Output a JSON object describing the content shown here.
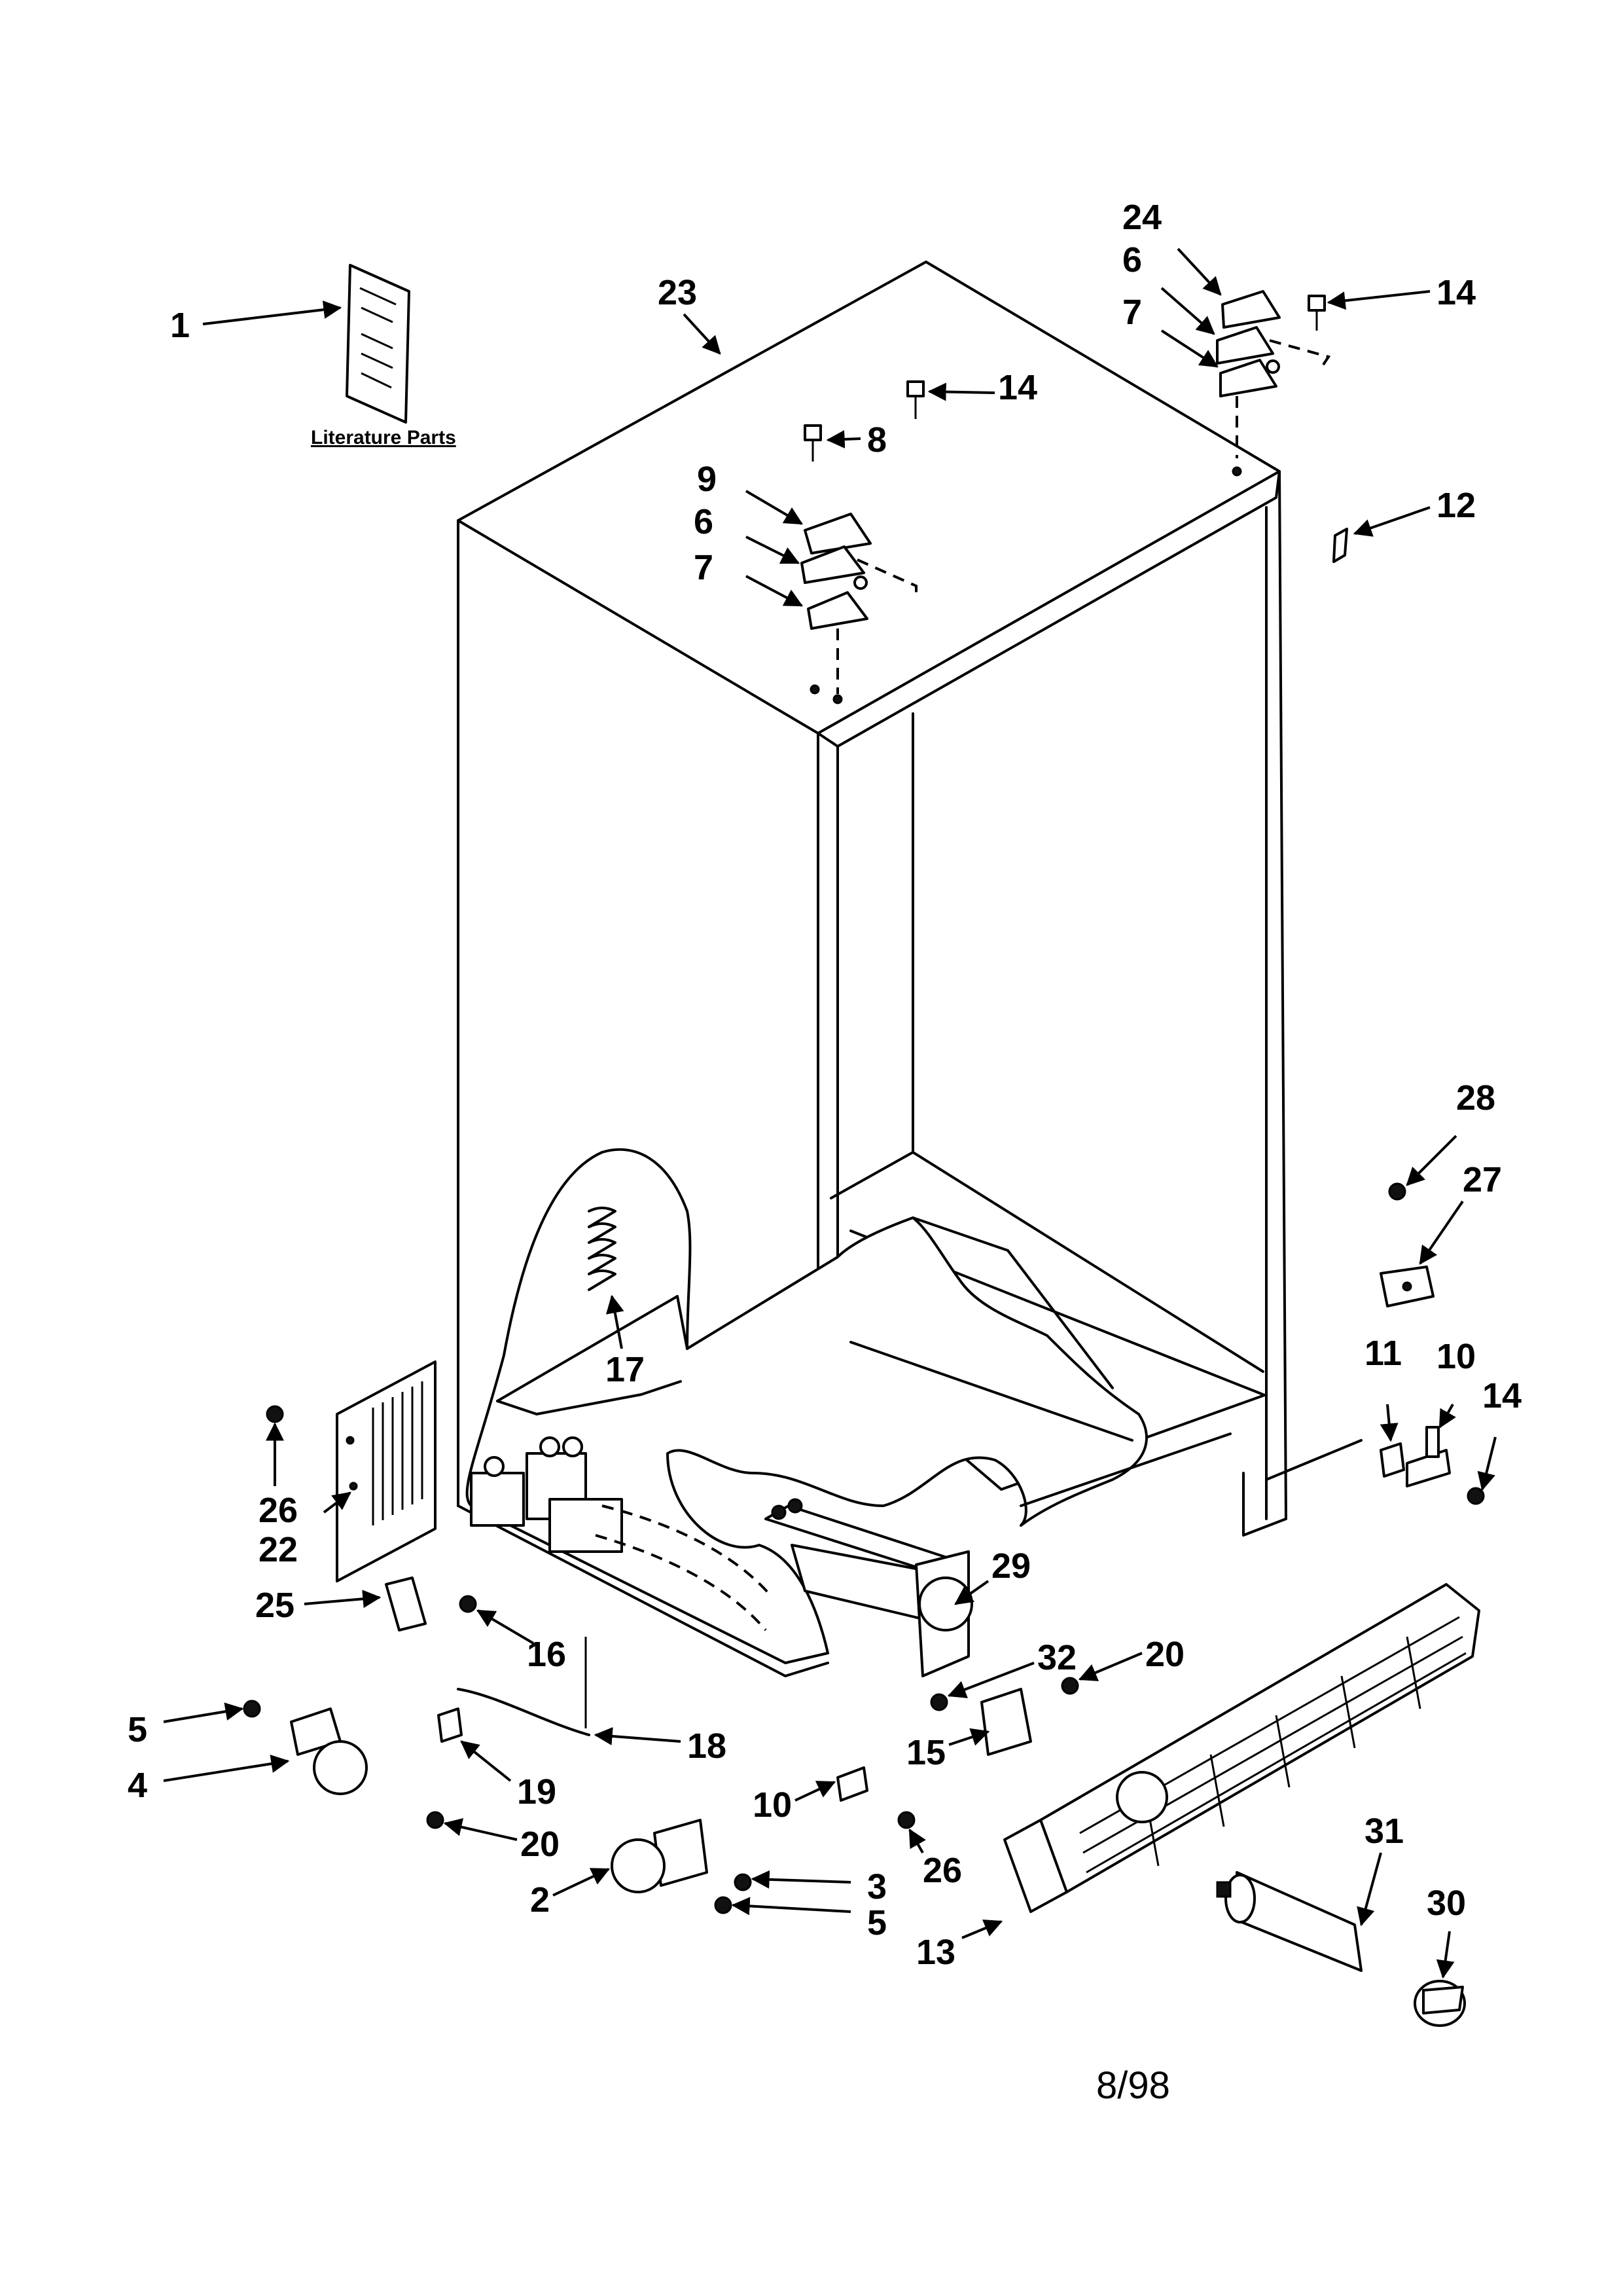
{
  "labels": {
    "l1": "1",
    "l2": "2",
    "l3": "3",
    "l4": "4",
    "l5a": "5",
    "l5b": "5",
    "l6a": "6",
    "l6b": "6",
    "l7a": "7",
    "l7b": "7",
    "l8": "8",
    "l9": "9",
    "l10a": "10",
    "l10b": "10",
    "l11": "11",
    "l12": "12",
    "l13": "13",
    "l14a": "14",
    "l14b": "14",
    "l14c": "14",
    "l15": "15",
    "l16": "16",
    "l17": "17",
    "l18": "18",
    "l19": "19",
    "l20a": "20",
    "l20b": "20",
    "l22": "22",
    "l23": "23",
    "l24": "24",
    "l25": "25",
    "l26a": "26",
    "l26b": "26",
    "l27": "27",
    "l28": "28",
    "l29": "29",
    "l30": "30",
    "l31": "31",
    "l32": "32"
  },
  "literature_caption": "Literature Parts",
  "date_code": "8/98"
}
